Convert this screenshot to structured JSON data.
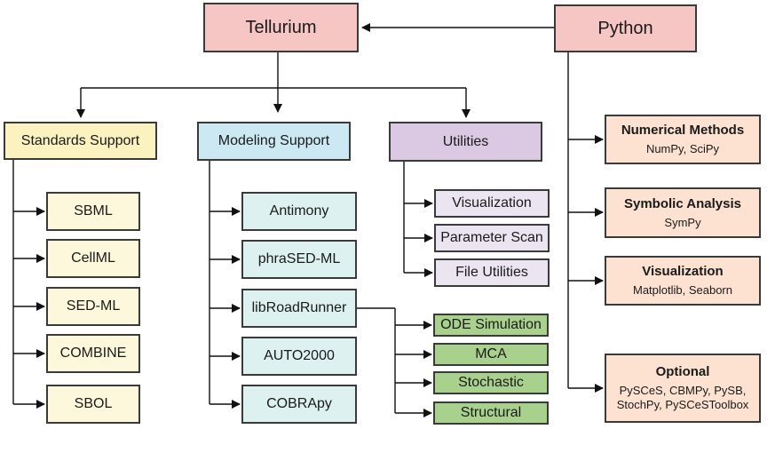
{
  "title_nodes": {
    "tellurium": "Tellurium",
    "python": "Python"
  },
  "categories": {
    "standards": "Standards Support",
    "modeling": "Modeling Support",
    "utilities": "Utilities"
  },
  "standards_items": [
    "SBML",
    "CellML",
    "SED-ML",
    "COMBINE",
    "SBOL"
  ],
  "modeling_items": [
    "Antimony",
    "phraSED-ML",
    "libRoadRunner",
    "AUTO2000",
    "COBRApy"
  ],
  "utilities_items": [
    "Visualization",
    "Parameter Scan",
    "File Utilities"
  ],
  "roadrunner_items": [
    "ODE Simulation",
    "MCA",
    "Stochastic",
    "Structural"
  ],
  "python_boxes": [
    {
      "title": "Numerical Methods",
      "sub": "NumPy, SciPy"
    },
    {
      "title": "Symbolic Analysis",
      "sub": "SymPy"
    },
    {
      "title": "Visualization",
      "sub": "Matplotlib, Seaborn"
    },
    {
      "title": "Optional",
      "sub": "PySCeS, CBMPy, PySB,\nStochPy, PySCeSToolbox"
    }
  ],
  "colors": {
    "tellurium_python": "#f5c6c4",
    "standards": "#fcf2c0",
    "modeling": "#cce9f3",
    "utilities": "#dbc8e3",
    "roadrunner_outputs": "#a9d18e",
    "python_boxes": "#fde2d1"
  }
}
